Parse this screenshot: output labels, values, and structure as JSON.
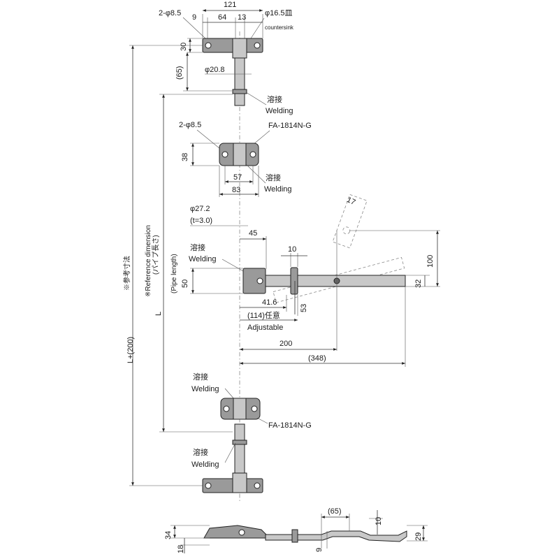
{
  "top_bracket": {
    "holes": "2-φ8.5",
    "width_total": "121",
    "d9": "9",
    "d64": "64",
    "d13": "13",
    "countersink_dia": "φ16.5皿",
    "countersink": "countersink",
    "height": "30",
    "offset": "(65)",
    "pipe_dia": "φ20.8",
    "weld_jp": "溶接",
    "weld_en": "Welding"
  },
  "guide1": {
    "holes": "2-φ8.5",
    "part_no": "FA-1814N-G",
    "height": "38",
    "d57": "57",
    "d83": "83",
    "weld_jp": "溶接",
    "weld_en": "Welding"
  },
  "handle": {
    "pipe_dia": "φ27.2",
    "thickness": "(t=3.0)",
    "d45": "45",
    "d10": "10",
    "weld_jp": "溶接",
    "weld_en": "Welding",
    "h50": "50",
    "d41_6": "41.6",
    "d53": "53",
    "adjust_jp": "(114)任意",
    "adjust_en": "Adjustable",
    "d200": "200",
    "d348": "(348)",
    "d100": "100",
    "d32": "32",
    "d17": "17"
  },
  "vertical_dims": {
    "l_plus": "L+(200)",
    "ref_jp": "※参考寸法",
    "ref_en": "※Reference dimension",
    "l": "L",
    "pipe_len_jp": "(パイプ長さ)",
    "pipe_len_en": "(Pipe length)"
  },
  "guide2": {
    "weld_jp": "溶接",
    "weld_en": "Welding",
    "part_no": "FA-1814N-G"
  },
  "bottom_bracket": {
    "weld_jp": "溶接",
    "weld_en": "Welding"
  },
  "side_view": {
    "d34": "34",
    "d18": "18",
    "d9": "9",
    "d65": "(65)",
    "d10": "10",
    "d29": "29"
  }
}
